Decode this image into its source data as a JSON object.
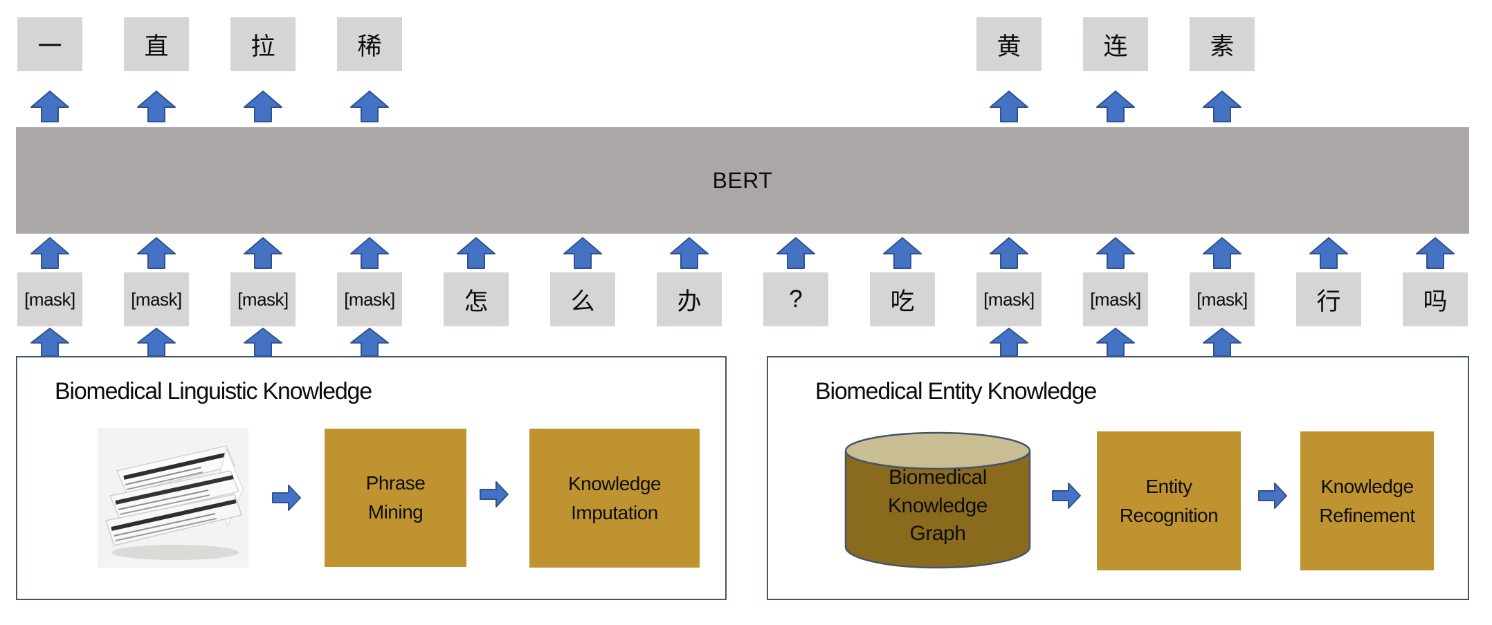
{
  "bert_label": "BERT",
  "tokens": [
    {
      "text": "[mask]",
      "masked": true,
      "output": "一"
    },
    {
      "text": "[mask]",
      "masked": true,
      "output": "直"
    },
    {
      "text": "[mask]",
      "masked": true,
      "output": "拉"
    },
    {
      "text": "[mask]",
      "masked": true,
      "output": "稀"
    },
    {
      "text": "怎",
      "masked": false,
      "output": null
    },
    {
      "text": "么",
      "masked": false,
      "output": null
    },
    {
      "text": "办",
      "masked": false,
      "output": null
    },
    {
      "text": "?",
      "masked": false,
      "output": null
    },
    {
      "text": "吃",
      "masked": false,
      "output": null
    },
    {
      "text": "[mask]",
      "masked": true,
      "output": "黄"
    },
    {
      "text": "[mask]",
      "masked": true,
      "output": "连"
    },
    {
      "text": "[mask]",
      "masked": true,
      "output": "素"
    },
    {
      "text": "行",
      "masked": false,
      "output": null
    },
    {
      "text": "吗",
      "masked": false,
      "output": null
    }
  ],
  "panels": {
    "left": {
      "title": "Biomedical Linguistic Knowledge",
      "source_icon": "newspapers-image",
      "steps": [
        "Phrase Mining",
        "Knowledge Imputation"
      ]
    },
    "right": {
      "title": "Biomedical Entity Knowledge",
      "database_label": "Biomedical Knowledge Graph",
      "steps": [
        "Entity Recognition",
        "Knowledge Refinement"
      ]
    }
  },
  "colors": {
    "token_box": "#d6d4d4",
    "bert_bar": "#aba7a7",
    "arrow_fill": "#4472c4",
    "arrow_stroke": "#2f528f",
    "gold_box": "#bf9430",
    "cylinder_body": "#8a6b1e",
    "cylinder_top": "#c9bd93",
    "panel_border": "#44546a"
  }
}
